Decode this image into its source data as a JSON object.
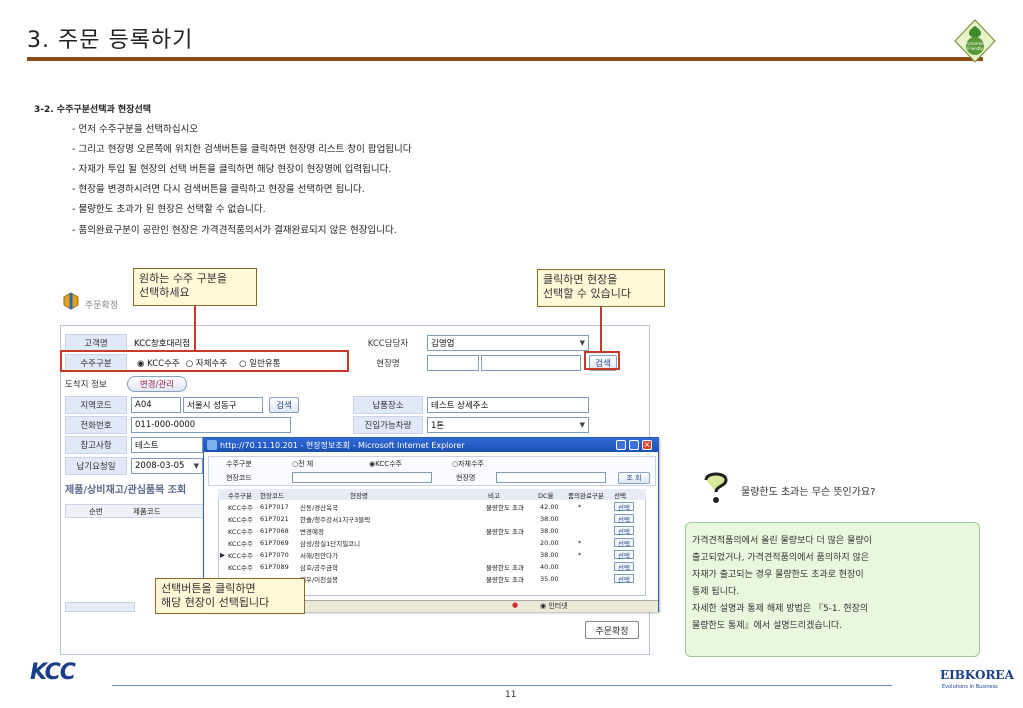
{
  "slide": {
    "title": "3. 주문 등록하기",
    "section": "3-2. 수주구분선택과 현장선택",
    "bullets": [
      "- 먼저 수주구분을 선택하십시오",
      "- 그리고 현장명 오른쪽에 위치한 검색버튼을 클릭하면 현장명 리스트 창이 팝업됩니다",
      "- 자재가 투입 될 현장의 선택 버튼을 클릭하면 해당 현장이 현장명에 입력됩니다.",
      "- 현장을 변경하시려면 다시 검색버튼을 클릭하고 현장을 선택하면 됩니다.",
      "- 물량한도 초과가 된 현장은 선택할 수 없습니다.",
      "- 품의완료구분이 공란인 현장은 가격견적품의서가 결재완료되지 않은 현장입니다."
    ],
    "page_number": "11",
    "badge_text": "Environment Friendly"
  },
  "callouts": {
    "order_type": "원하는 수주 구분을\n선택하세요",
    "site_search": "클릭하면 현장을\n선택할 수 있습니다",
    "select_btn": "선택버튼을 클릭하면\n해당 현장이 선택됩니다"
  },
  "form": {
    "header_label": "주문확정",
    "customer_label": "고객명",
    "customer_value": "KCC창호대리점",
    "kcc_manager_label": "KCC담당자",
    "kcc_manager_value": "김영업",
    "order_type_label": "수주구분",
    "order_options": [
      "KCC수주",
      "자체수주",
      "일반유통"
    ],
    "site_label": "현장명",
    "search_label": "검색",
    "delivery_label": "도착지 정보",
    "change_btn": "변경/관리",
    "region_label": "지역코드",
    "region_code": "A04",
    "region_name": "서울시 성동구",
    "deliver_place_label": "납품장소",
    "deliver_place_value": "테스트 상세주소",
    "phone_label": "전화번호",
    "phone_value": "011-000-0000",
    "vehicle_label": "진입가능차량",
    "vehicle_value": "1톤",
    "note_label": "참고사항",
    "note_value": "테스트",
    "due_label": "납기요청일",
    "due_value": "2008-03-05",
    "product_section": "제품/상비재고/관심품목 조회",
    "grid_headers": [
      "순번",
      "제품코드"
    ],
    "confirm_btn": "주문확정"
  },
  "popup": {
    "title": "http://70.11.10.201 - 현장정보조회 - Microsoft Internet Explorer",
    "order_type_label": "수주구분",
    "radio_all": "전 체",
    "radio_kcc": "KCC수주",
    "radio_self": "자체수주",
    "site_code_label": "현장코드",
    "site_name_label": "현장명",
    "search_btn": "조 회",
    "headers": [
      "수주구분",
      "현장코드",
      "현장명",
      "비고",
      "DC율",
      "품의완료구분",
      "선택"
    ],
    "rows": [
      [
        "KCC수주",
        "61P7017",
        "신동/경산옥곡",
        "물량한도 초과",
        "42.00",
        "*",
        "선택"
      ],
      [
        "KCC수주",
        "61P7021",
        "한솔/청주강서1지구3블럭",
        "",
        "38.00",
        "",
        "선택"
      ],
      [
        "KCC수주",
        "61P7068",
        "변경예정",
        "물량한도 초과",
        "38.00",
        "",
        "선택"
      ],
      [
        "KCC수주",
        "61P7069",
        "삼성/장실1단지밀코니",
        "",
        "20.00",
        "*",
        "선택"
      ],
      [
        "KCC수주",
        "61P7070",
        "서해/천안다가",
        "",
        "38.00",
        "*",
        "선택"
      ],
      [
        "KCC수주",
        "61P7089",
        "삼호/공주금학",
        "물량한도 초과",
        "40.00",
        "",
        "선택"
      ],
      [
        "",
        "",
        "계우/이천설봉",
        "물량한도 초과",
        "35.00",
        "",
        "선택"
      ]
    ],
    "status_text": "인터넷"
  },
  "note": {
    "question": "물량한도 초과는 무슨 뜻인가요?",
    "lines": [
      "가격견적품의에서 올린 물량보다 더 많은 물량이",
      "출고되었거나, 가격견적품의에서 품의하지 않은",
      "자재가 출고되는 경우 물량한도 초과로 현장이",
      "통제 됩니다.",
      "자세한 설명과 통제 해제 방법은 『5-1. 현장의",
      "물량한도 통제』에서 설명드리겠습니다."
    ]
  },
  "footer": {
    "left_logo": "KCC",
    "right_logo": "EIBKOREA",
    "right_sub": "Evolutions In Business"
  }
}
